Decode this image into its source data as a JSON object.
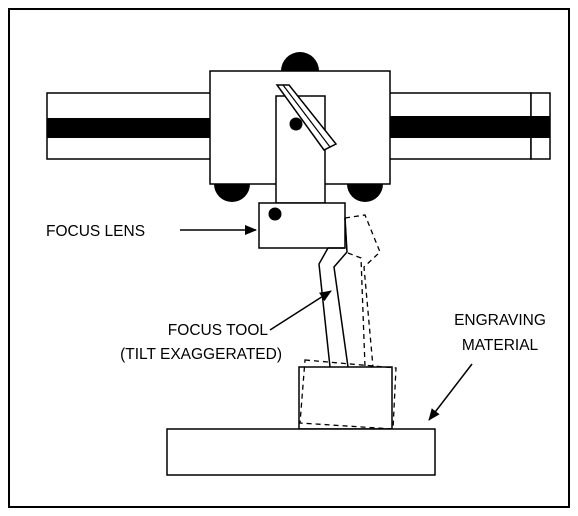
{
  "labels": {
    "focus_lens": "FOCUS LENS",
    "focus_tool_line1": "FOCUS TOOL",
    "focus_tool_line2": "(TILT EXAGGERATED)",
    "engraving_line1": "ENGRAVING",
    "engraving_line2": "MATERIAL"
  },
  "colors": {
    "stroke": "#000000",
    "background": "#ffffff"
  }
}
